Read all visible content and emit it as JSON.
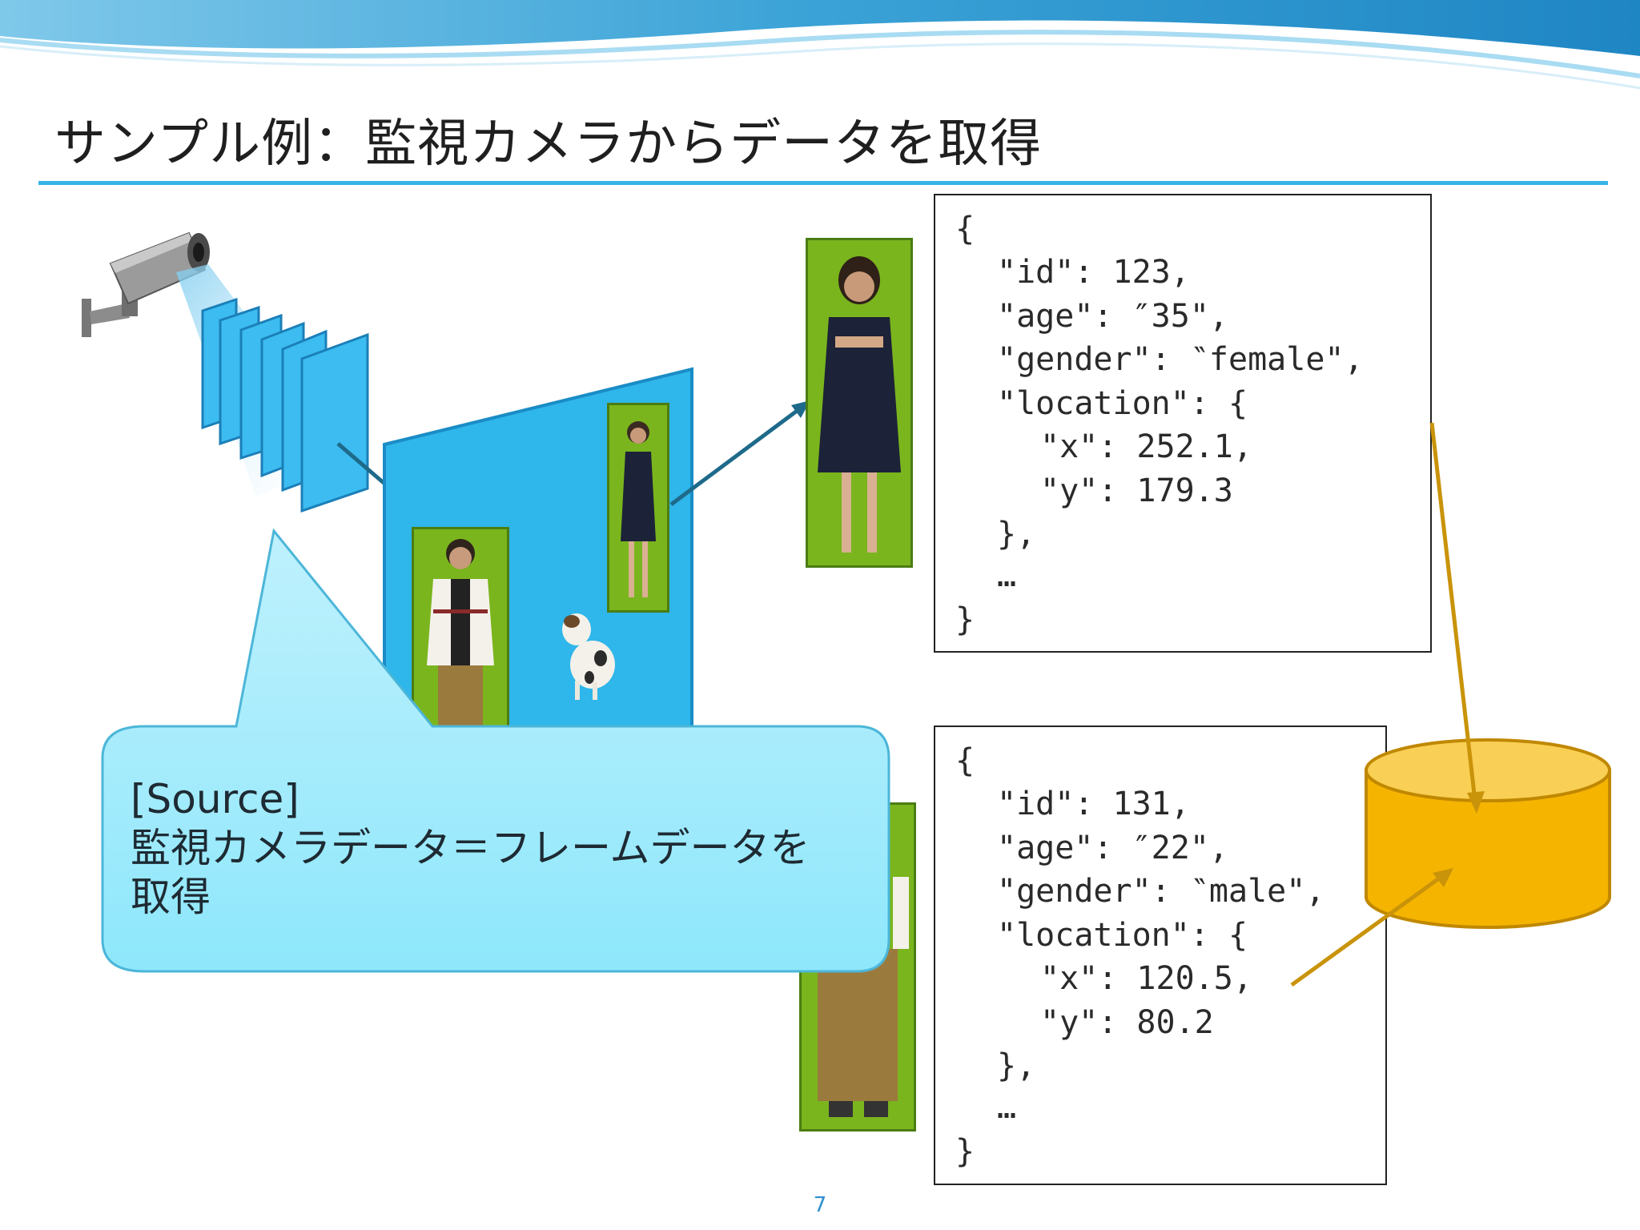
{
  "slide": {
    "title": "サンプル例：監視カメラからデータを取得",
    "page_number": "7"
  },
  "callout": {
    "line1": "[Source]",
    "line2": "監視カメラデータ＝フレームデータを",
    "line3": "取得"
  },
  "json_records": [
    {
      "lines": [
        "{",
        "\"id\": 123,",
        "\"age\": ″35\",",
        "\"gender\": ‶female\",",
        "\"location\": {",
        "\"x\": 252.1,",
        "\"y\": 179.3",
        "},",
        "…",
        "}"
      ]
    },
    {
      "lines": [
        "{",
        "\"id\": 131,",
        "\"age\": ″22\",",
        "\"gender\": ‶male\",",
        "\"location\": {",
        "\"x\": 120.5,",
        "\"y\": 80.2",
        "},",
        "…",
        "}"
      ]
    }
  ],
  "colors": {
    "accent_blue": "#35b4e6",
    "callout_fill": "#8ee7fb",
    "frame_blue": "#2fb6ea",
    "person_green": "#7ab51d",
    "database_gold": "#f5b400",
    "arrow_gold": "#c9930a",
    "arrow_teal": "#1e6a8a"
  },
  "icons": [
    "security-camera-icon",
    "database-cylinder-icon",
    "person-photo",
    "dog-photo"
  ]
}
